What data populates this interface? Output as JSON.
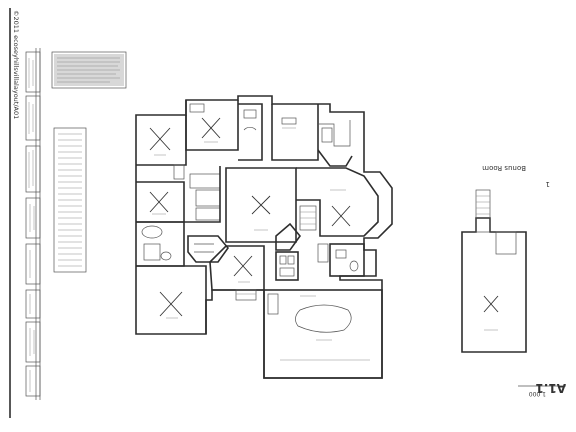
{
  "sheet": {
    "side_strip_text": "©2011 ecoseyhillsvillalayout/A01",
    "bonus_room_label": "Bonus Room",
    "bonus_room_number": "1",
    "sheet_number": "A1.1",
    "stamp_text": "1.000"
  },
  "rooms": [
    {
      "id": "bedroom-2"
    },
    {
      "id": "bedroom-3"
    },
    {
      "id": "bedroom-4"
    },
    {
      "id": "living-room"
    },
    {
      "id": "kitchen"
    },
    {
      "id": "family-room"
    },
    {
      "id": "dining-room"
    },
    {
      "id": "master-bedroom"
    },
    {
      "id": "garage"
    },
    {
      "id": "bonus-room"
    }
  ]
}
